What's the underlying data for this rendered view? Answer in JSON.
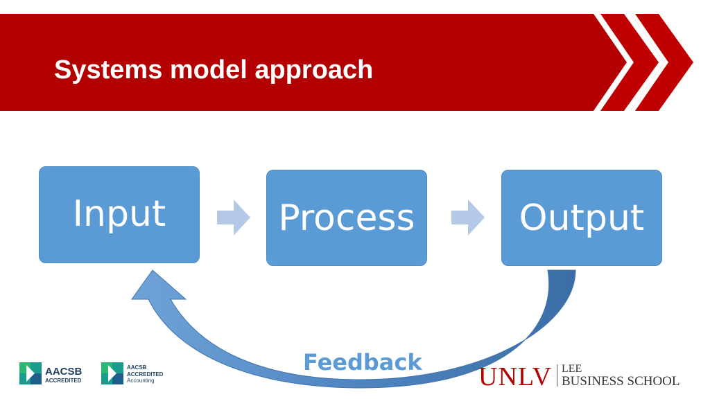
{
  "slide": {
    "title": "Systems model approach"
  },
  "diagram": {
    "nodes": [
      {
        "id": "input",
        "label": "Input"
      },
      {
        "id": "process",
        "label": "Process"
      },
      {
        "id": "output",
        "label": "Output"
      }
    ],
    "edges": [
      {
        "from": "input",
        "to": "process"
      },
      {
        "from": "process",
        "to": "output"
      },
      {
        "from": "output",
        "to": "input",
        "label": "Feedback"
      }
    ],
    "feedback_label": "Feedback"
  },
  "logos": {
    "aacsb_1": {
      "line1": "AACSB",
      "line2": "ACCREDITED"
    },
    "aacsb_2": {
      "line1": "AACSB",
      "line2": "ACCREDITED",
      "line3": "Accounting"
    },
    "unlv": {
      "wordmark": "UNLV",
      "line1": "LEE",
      "line2": "BUSINESS SCHOOL"
    }
  },
  "colors": {
    "title_bar": "#b30000",
    "box_fill": "#5b9bd5",
    "arrow_fill": "#b4c9e6",
    "feedback_arrow": "#4f85c0",
    "unlv_red": "#b10202"
  }
}
